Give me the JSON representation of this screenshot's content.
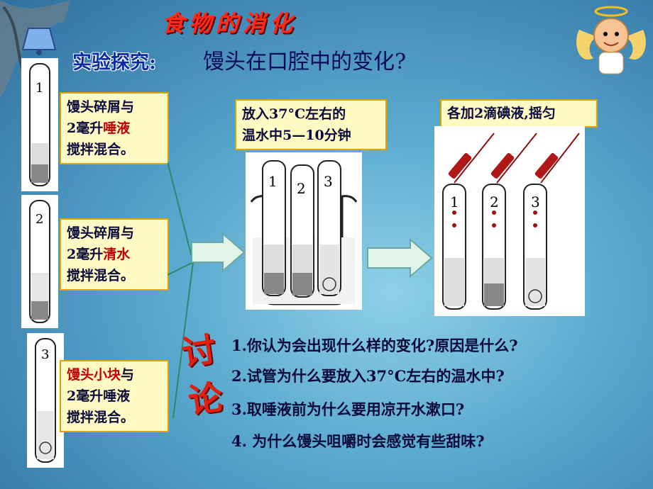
{
  "title": "食物的消化",
  "subtitle_badge": "实验探究:",
  "subtitle_text": "馒头在口腔中的变化?",
  "boxes": {
    "box1": {
      "line1": "馒头碎屑与",
      "line2_pre": "2毫升",
      "line2_red": "唾液",
      "line3": "搅拌混合。"
    },
    "box2": {
      "line1": "馒头碎屑与",
      "line2_pre": "2毫升",
      "line2_red": "清水",
      "line3": "搅拌混合。"
    },
    "box3": {
      "line1_red": "馒头小块",
      "line1_post": "与",
      "line2": "2毫升唾液",
      "line3": "搅拌混合。"
    },
    "warm": {
      "line1": "放入37°C左右的",
      "line2": "温水中5—10分钟"
    },
    "iodine": {
      "line1": "各加2滴碘液,摇匀"
    }
  },
  "tube_labels": [
    "1",
    "2",
    "3"
  ],
  "vertical_label": [
    "讨",
    "论"
  ],
  "questions": [
    "1.你认为会出现什么样的变化?原因是什么?",
    "2.试管为什么要放入37°C左右的温水中?",
    "3.取唾液前为什么要用凉开水漱口?",
    "4. 为什么馒头咀嚼时会感觉有些甜味?"
  ],
  "icons": [
    "bell-icon",
    "angel-icon"
  ]
}
